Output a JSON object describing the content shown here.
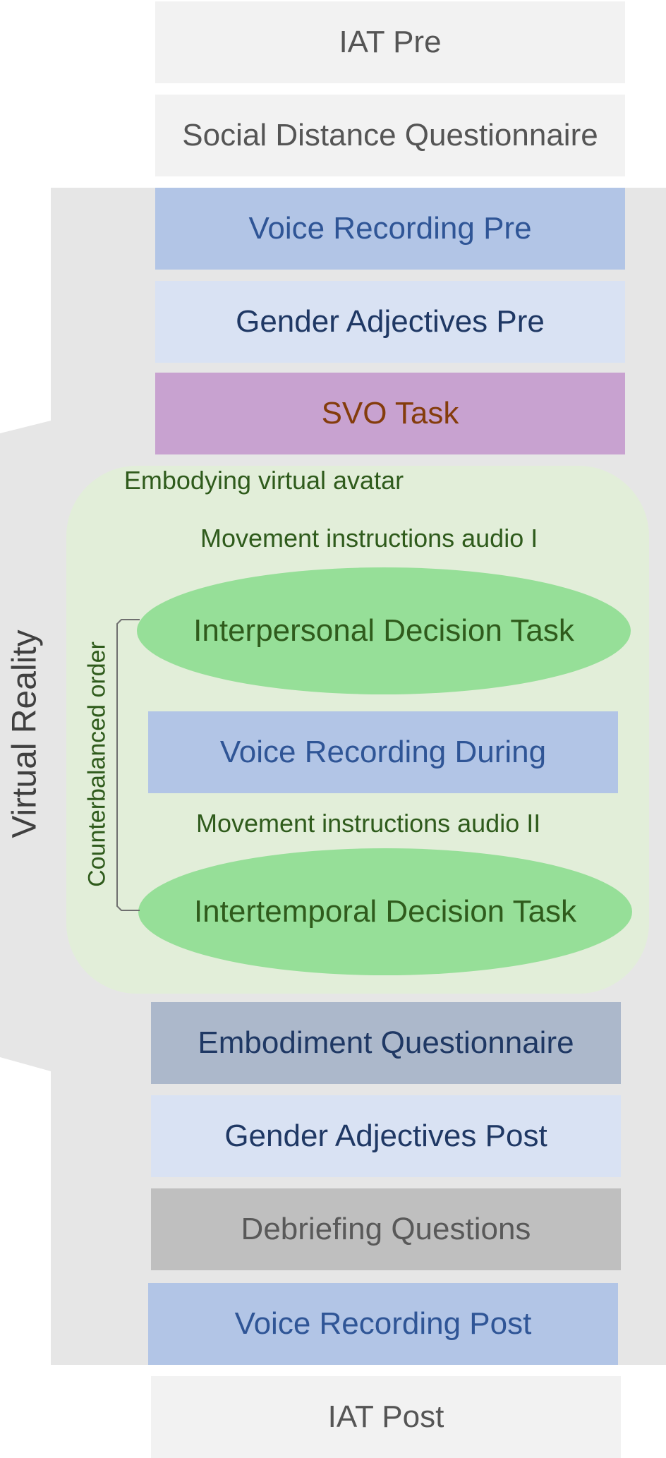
{
  "colors": {
    "vr_region": "#e6e6e6",
    "embody_region": "#e2eed9",
    "oval_fill": "#96df98",
    "green_text": "#2f5b1c"
  },
  "diagram": {
    "iat_pre": "IAT Pre",
    "social_distance": "Social Distance Questionnaire",
    "voice_pre": "Voice Recording Pre",
    "gender_adj_pre": "Gender Adjectives Pre",
    "svo_task": "SVO Task",
    "embody_avatar": "Embodying virtual avatar",
    "movement_audio_1": "Movement instructions audio I",
    "interpersonal_task": "Interpersonal Decision Task",
    "voice_during": "Voice Recording During",
    "movement_audio_2": "Movement instructions audio II",
    "intertemporal_task": "Intertemporal Decision Task",
    "counterbalanced": "Counterbalanced order",
    "embodiment_q": "Embodiment Questionnaire",
    "gender_adj_post": "Gender Adjectives Post",
    "debriefing": "Debriefing Questions",
    "voice_post": "Voice Recording Post",
    "iat_post": "IAT Post",
    "vr_label": "Virtual Reality"
  }
}
